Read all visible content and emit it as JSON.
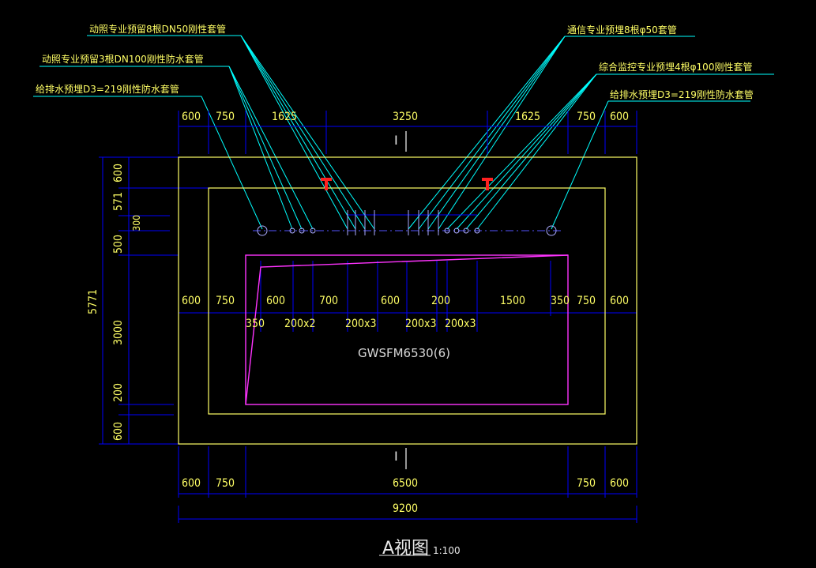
{
  "annotations": {
    "a1": "动照专业预留8根DN50刚性套管",
    "a2": "动照专业预留3根DN100刚性防水套管",
    "a3": "给排水预埋D3=219刚性防水套管",
    "a4": "通信专业预埋8根φ50套管",
    "a5": "综合监控专业预埋4根φ100刚性套管",
    "a6": "给排水预埋D3=219刚性防水套管"
  },
  "top_dims": [
    "600",
    "750",
    "1625",
    "3250",
    "1625",
    "750",
    "600"
  ],
  "mid_dims": [
    "600",
    "750",
    "600",
    "700",
    "600",
    "200",
    "1500",
    "350",
    "750",
    "600"
  ],
  "sub_dims": [
    "350",
    "200x2",
    "200x3",
    "200x3",
    "200x3"
  ],
  "bottom_dims_a": [
    "600",
    "750",
    "6500",
    "750",
    "600"
  ],
  "bottom_total": "9200",
  "left_dims": [
    "600",
    "571",
    "300",
    "500",
    "3000",
    "200",
    "600"
  ],
  "left_total": "5771",
  "section_mark": "I",
  "door_label": "GWSFM6530(6)",
  "view_title": "A视图",
  "scale": "1:100",
  "colors": {
    "dim": "#0000ff",
    "outer": "#ffff66",
    "door": "#ff33ff",
    "leader": "#00ffff",
    "section": "#ff2020"
  }
}
